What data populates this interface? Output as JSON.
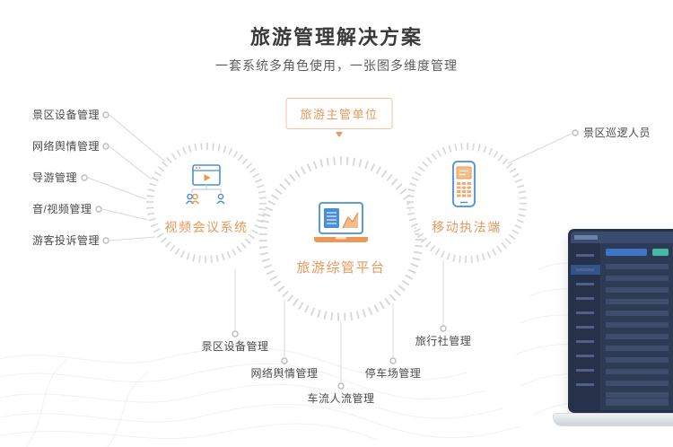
{
  "page": {
    "title": "旅游管理解决方案",
    "subtitle": "一套系统多角色使用，一张图多维度管理"
  },
  "org_box": {
    "label": "旅游主管单位"
  },
  "nodes": {
    "video_system": {
      "label": "视频会议系统"
    },
    "platform": {
      "label": "旅游综管平台"
    },
    "mobile_enforcement": {
      "label": "移动执法端"
    }
  },
  "left_labels": [
    "景区设备管理",
    "网络舆情管理",
    "导游管理",
    "音/视频管理",
    "游客投诉管理"
  ],
  "right_labels": [
    "景区巡逻人员"
  ],
  "bottom_labels": [
    "景区设备管理",
    "网络舆情管理",
    "车流人流管理",
    "停车场管理",
    "旅行社管理"
  ],
  "colors": {
    "accent_orange": "#E8995A",
    "icon_blue": "#4A8FD4",
    "ring_gray": "#D6D6D6",
    "label_gray": "#4A4A4A",
    "screen_dark": "#2E3B54"
  }
}
